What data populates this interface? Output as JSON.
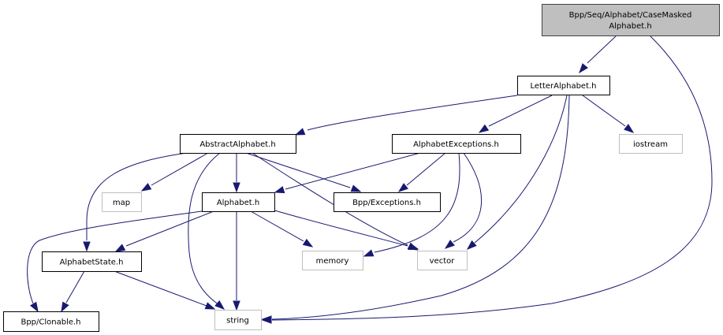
{
  "diagram": {
    "type": "include-dependency-graph",
    "colors": {
      "edge": "#191970",
      "root_fill": "#bfbfbf",
      "root_border": "#404040",
      "doc_border": "#000000",
      "external_border": "#bfbfbf",
      "fill": "#ffffff",
      "text": "#000000"
    },
    "nodes": [
      {
        "id": "root",
        "lines": [
          "Bpp/Seq/Alphabet/CaseMasked",
          "Alphabet.h"
        ],
        "kind": "root"
      },
      {
        "id": "letter",
        "lines": [
          "LetterAlphabet.h"
        ],
        "kind": "documented"
      },
      {
        "id": "abstract",
        "lines": [
          "AbstractAlphabet.h"
        ],
        "kind": "documented"
      },
      {
        "id": "alphexc",
        "lines": [
          "AlphabetExceptions.h"
        ],
        "kind": "documented"
      },
      {
        "id": "iostream",
        "lines": [
          "iostream"
        ],
        "kind": "external"
      },
      {
        "id": "map",
        "lines": [
          "map"
        ],
        "kind": "external"
      },
      {
        "id": "alphabet",
        "lines": [
          "Alphabet.h"
        ],
        "kind": "documented"
      },
      {
        "id": "exceptions",
        "lines": [
          "Bpp/Exceptions.h"
        ],
        "kind": "documented"
      },
      {
        "id": "state",
        "lines": [
          "AlphabetState.h"
        ],
        "kind": "documented"
      },
      {
        "id": "memory",
        "lines": [
          "memory"
        ],
        "kind": "external"
      },
      {
        "id": "vector",
        "lines": [
          "vector"
        ],
        "kind": "external"
      },
      {
        "id": "clonable",
        "lines": [
          "Bpp/Clonable.h"
        ],
        "kind": "documented"
      },
      {
        "id": "string",
        "lines": [
          "string"
        ],
        "kind": "external"
      }
    ],
    "edges": [
      {
        "from": "root",
        "to": "letter"
      },
      {
        "from": "root",
        "to": "string"
      },
      {
        "from": "letter",
        "to": "abstract"
      },
      {
        "from": "letter",
        "to": "alphexc"
      },
      {
        "from": "letter",
        "to": "iostream"
      },
      {
        "from": "letter",
        "to": "vector"
      },
      {
        "from": "letter",
        "to": "string"
      },
      {
        "from": "abstract",
        "to": "map"
      },
      {
        "from": "abstract",
        "to": "alphabet"
      },
      {
        "from": "abstract",
        "to": "exceptions"
      },
      {
        "from": "abstract",
        "to": "state"
      },
      {
        "from": "abstract",
        "to": "vector"
      },
      {
        "from": "abstract",
        "to": "string"
      },
      {
        "from": "alphexc",
        "to": "alphabet"
      },
      {
        "from": "alphexc",
        "to": "exceptions"
      },
      {
        "from": "alphexc",
        "to": "memory"
      },
      {
        "from": "alphexc",
        "to": "vector"
      },
      {
        "from": "alphabet",
        "to": "state"
      },
      {
        "from": "alphabet",
        "to": "clonable"
      },
      {
        "from": "alphabet",
        "to": "memory"
      },
      {
        "from": "alphabet",
        "to": "vector"
      },
      {
        "from": "alphabet",
        "to": "string"
      },
      {
        "from": "state",
        "to": "clonable"
      },
      {
        "from": "state",
        "to": "string"
      }
    ]
  }
}
